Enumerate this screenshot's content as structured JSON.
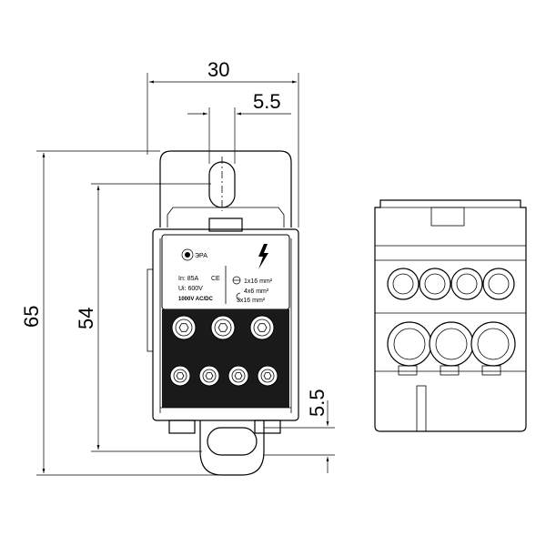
{
  "dimensions": {
    "width_total": "30",
    "hole_spacing_top": "5.5",
    "height_total": "65",
    "height_body": "54",
    "hole_spacing_bottom": "5.5"
  },
  "label": {
    "brand": "ЭРА",
    "in_rating": "In: 85A",
    "ui_rating": "Ui: 600V",
    "voltage": "1000V AC/DC",
    "ce_mark": "CE",
    "input_spec": "1x16  mm²",
    "output_spec_1": "4x6  mm²",
    "output_spec_2": "3x16  mm²"
  },
  "icons": {
    "brand_logo": "era-sun-logo",
    "hazard": "lightning-bolt-icon",
    "input_terminal": "input-terminal-icon",
    "output_terminal": "output-terminal-icon"
  }
}
